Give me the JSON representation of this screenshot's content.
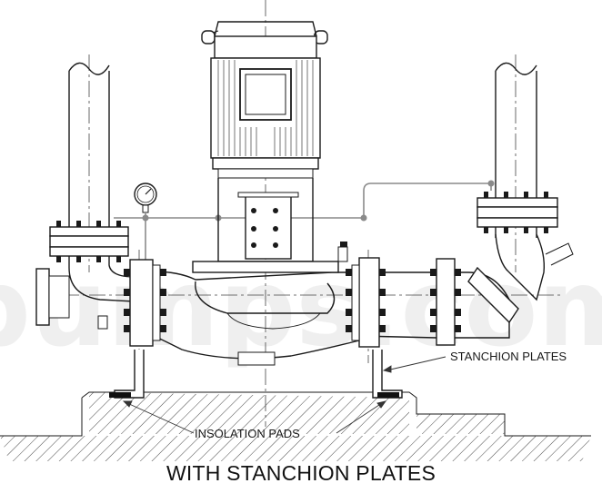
{
  "labels": {
    "stanchion": "STANCHION PLATES",
    "insolation": "INSOLATION PADS"
  },
  "caption": "WITH STANCHION PLATES",
  "watermark": "pumps.com",
  "colors": {
    "line": "#1a1a1a",
    "gauge_line": "#8a8a8a",
    "watermark": "#efefef",
    "pad": "#111111"
  }
}
